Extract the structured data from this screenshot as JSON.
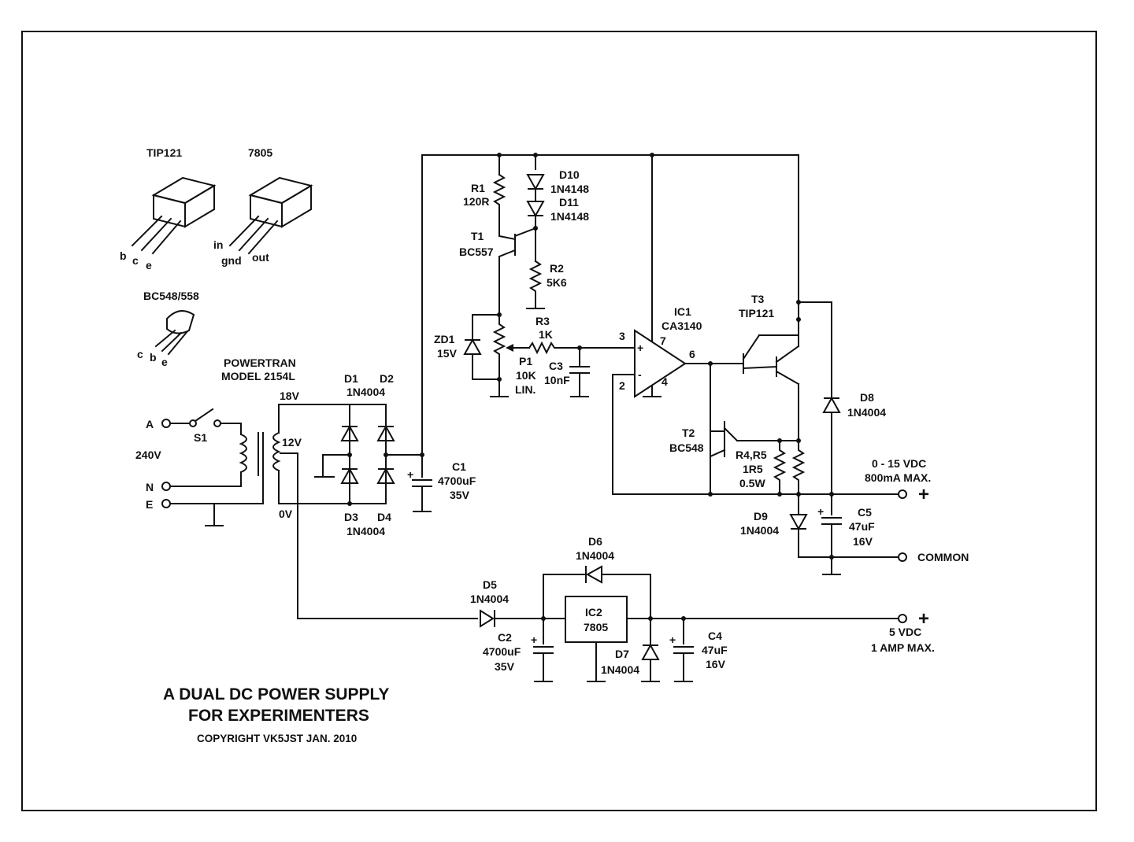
{
  "title": {
    "line1": "A DUAL DC POWER SUPPLY",
    "line2": "FOR EXPERIMENTERS",
    "copyright": "COPYRIGHT VK5JST JAN. 2010"
  },
  "packages": {
    "tip121": "TIP121",
    "reg7805": "7805",
    "pin_b": "b",
    "pin_c": "c",
    "pin_e": "e",
    "pin_in": "in",
    "pin_gnd": "gnd",
    "pin_out": "out",
    "bc548": "BC548/558",
    "pin_c2": "c",
    "pin_b2": "b",
    "pin_e2": "e"
  },
  "transformer": {
    "name1": "POWERTRAN",
    "name2": "MODEL 2154L",
    "v18": "18V",
    "v12": "12V",
    "v0": "0V"
  },
  "mains": {
    "a": "A",
    "n": "N",
    "e": "E",
    "v240": "240V",
    "s1": "S1"
  },
  "components": {
    "d1": "D1",
    "d2": "D2",
    "d12_type": "1N4004",
    "d3": "D3",
    "d4": "D4",
    "d34_type": "1N4004",
    "c1": "C1",
    "c1_val": "4700uF",
    "c1_v": "35V",
    "r1": "R1",
    "r1_val": "120R",
    "d10": "D10",
    "d10_type": "1N4148",
    "d11": "D11",
    "d11_type": "1N4148",
    "t1": "T1",
    "t1_type": "BC557",
    "r2": "R2",
    "r2_val": "5K6",
    "zd1": "ZD1",
    "zd1_val": "15V",
    "r3": "R3",
    "r3_val": "1K",
    "p1": "P1",
    "p1_val": "10K",
    "p1_type": "LIN.",
    "c3": "C3",
    "c3_val": "10nF",
    "ic1": "IC1",
    "ic1_type": "CA3140",
    "pin3": "3",
    "pin7": "7",
    "pin6": "6",
    "pin2": "2",
    "pin4": "4",
    "plus": "+",
    "minus": "-",
    "t3": "T3",
    "t3_type": "TIP121",
    "d8": "D8",
    "d8_type": "1N4004",
    "t2": "T2",
    "t2_type": "BC548",
    "r45": "R4,R5",
    "r45_val": "1R5",
    "r45_w": "0.5W",
    "d9": "D9",
    "d9_type": "1N4004",
    "c5": "C5",
    "c5_val": "47uF",
    "c5_v": "16V",
    "d6": "D6",
    "d6_type": "1N4004",
    "d5": "D5",
    "d5_type": "1N4004",
    "ic2": "IC2",
    "ic2_type": "7805",
    "c2": "C2",
    "c2_val": "4700uF",
    "c2_v": "35V",
    "d7": "D7",
    "d7_type": "1N4004",
    "c4": "C4",
    "c4_val": "47uF",
    "c4_v": "16V"
  },
  "outputs": {
    "var_label": "0 - 15 VDC",
    "var_current": "800mA MAX.",
    "common": "COMMON",
    "fixed_label": "5 VDC",
    "fixed_current": "1 AMP MAX.",
    "plus": "+"
  }
}
